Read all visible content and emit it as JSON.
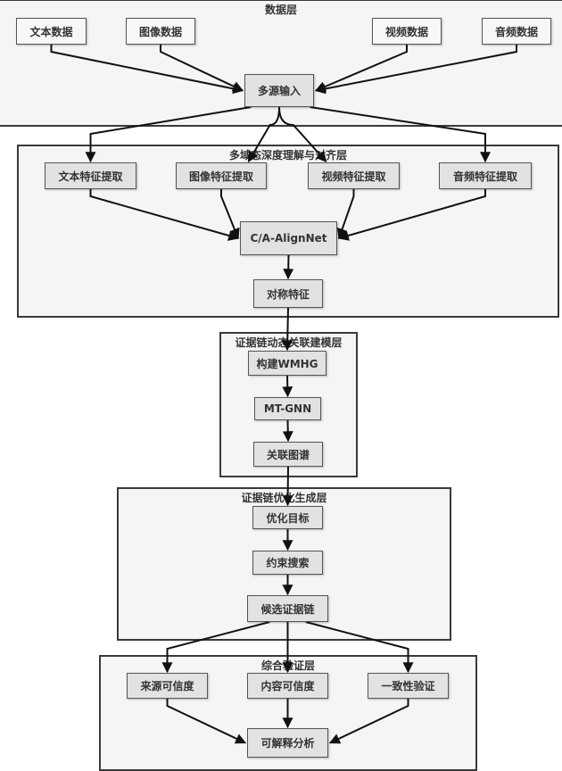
{
  "layers": {
    "data": {
      "title": "数据层"
    },
    "align": {
      "title": "多域态深度理解与对齐层"
    },
    "model": {
      "title": "证据链动态关联建模层"
    },
    "gen": {
      "title": "证据链优化生成层"
    },
    "verify": {
      "title": "综合验证层"
    }
  },
  "nodes": {
    "text_data": "文本数据",
    "image_data": "图像数据",
    "video_data": "视频数据",
    "audio_data": "音频数据",
    "multi_input": "多源输入",
    "text_feat": "文本特征提取",
    "image_feat": "图像特征提取",
    "video_feat": "视频特征提取",
    "audio_feat": "音频特征提取",
    "alignnet": "C/A-AlignNet",
    "sym_feat": "对称特征",
    "wmhg": "构建WMHG",
    "mtgnn": "MT-GNN",
    "graph": "关联图谱",
    "opt_target": "优化目标",
    "search": "约束搜索",
    "candidate": "候选证据链",
    "source_cred": "来源可信度",
    "content_cred": "内容可信度",
    "consistency": "一致性验证",
    "explain": "可解释分析"
  },
  "edges": [
    [
      "text_data",
      "multi_input"
    ],
    [
      "image_data",
      "multi_input"
    ],
    [
      "video_data",
      "multi_input"
    ],
    [
      "audio_data",
      "multi_input"
    ],
    [
      "multi_input",
      "text_feat"
    ],
    [
      "multi_input",
      "image_feat"
    ],
    [
      "multi_input",
      "video_feat"
    ],
    [
      "multi_input",
      "audio_feat"
    ],
    [
      "text_feat",
      "alignnet"
    ],
    [
      "image_feat",
      "alignnet"
    ],
    [
      "video_feat",
      "alignnet"
    ],
    [
      "audio_feat",
      "alignnet"
    ],
    [
      "alignnet",
      "sym_feat"
    ],
    [
      "sym_feat",
      "wmhg"
    ],
    [
      "wmhg",
      "mtgnn"
    ],
    [
      "mtgnn",
      "graph"
    ],
    [
      "graph",
      "opt_target"
    ],
    [
      "opt_target",
      "search"
    ],
    [
      "search",
      "candidate"
    ],
    [
      "candidate",
      "source_cred"
    ],
    [
      "candidate",
      "content_cred"
    ],
    [
      "candidate",
      "consistency"
    ],
    [
      "source_cred",
      "explain"
    ],
    [
      "content_cred",
      "explain"
    ],
    [
      "consistency",
      "explain"
    ]
  ]
}
